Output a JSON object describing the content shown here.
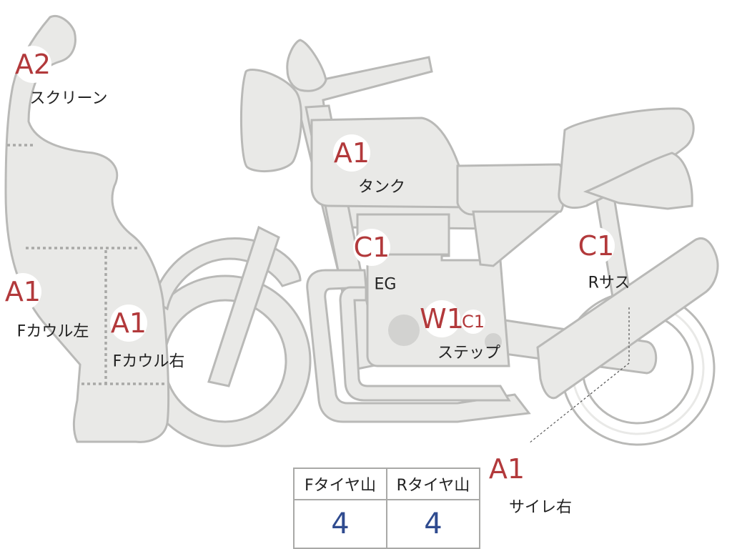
{
  "parts": {
    "screen": {
      "code": "A2",
      "label": "スクリーン"
    },
    "tank": {
      "code": "A1",
      "label": "タンク"
    },
    "cowl_left": {
      "code": "A1",
      "label": "Fカウル左"
    },
    "cowl_right": {
      "code": "A1",
      "label": "Fカウル右"
    },
    "engine": {
      "code": "C1",
      "label": "EG"
    },
    "rear_susp": {
      "code": "C1",
      "label": "Rサス"
    },
    "step": {
      "code": "W1",
      "code_secondary": "C1",
      "label": "ステップ"
    },
    "muffler_right": {
      "code": "A1",
      "label": "サイレ右"
    }
  },
  "tire_table": {
    "headers": [
      "Fタイヤ山",
      "Rタイヤ山"
    ],
    "values": [
      "4",
      "4"
    ]
  },
  "colors": {
    "code_red": "#b2393b",
    "value_blue": "#2f4b8f",
    "body_fill": "#e9e9e7",
    "outline_gray": "#b9b9b7"
  }
}
